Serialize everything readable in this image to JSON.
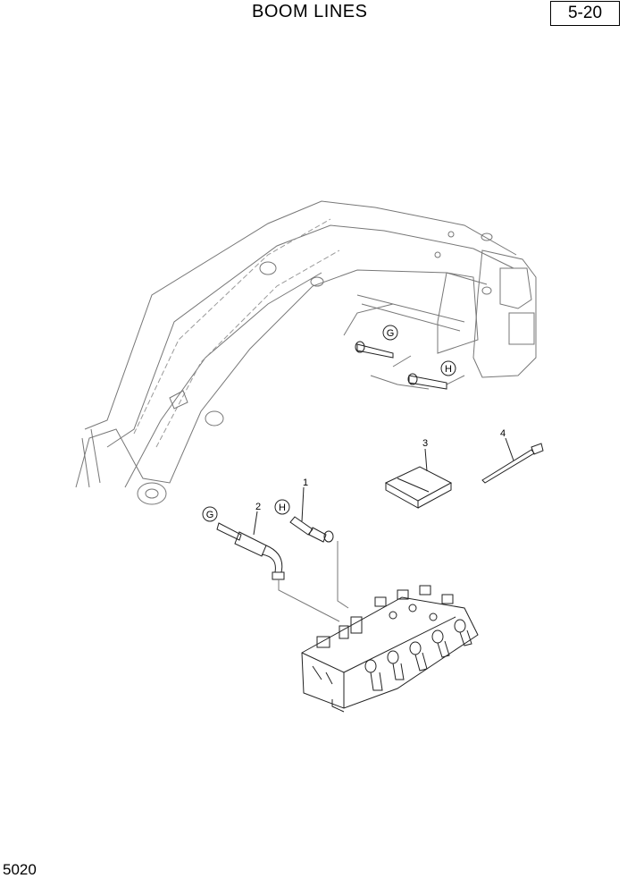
{
  "header": {
    "title": "BOOM LINES",
    "page_number": "5-20"
  },
  "footer": {
    "code": "5020"
  },
  "callouts": {
    "boom_G": "G",
    "boom_H": "H",
    "part_1": "1",
    "part_2": "2",
    "part_3": "3",
    "part_4": "4",
    "hose_G": "G",
    "hose_H": "H"
  }
}
